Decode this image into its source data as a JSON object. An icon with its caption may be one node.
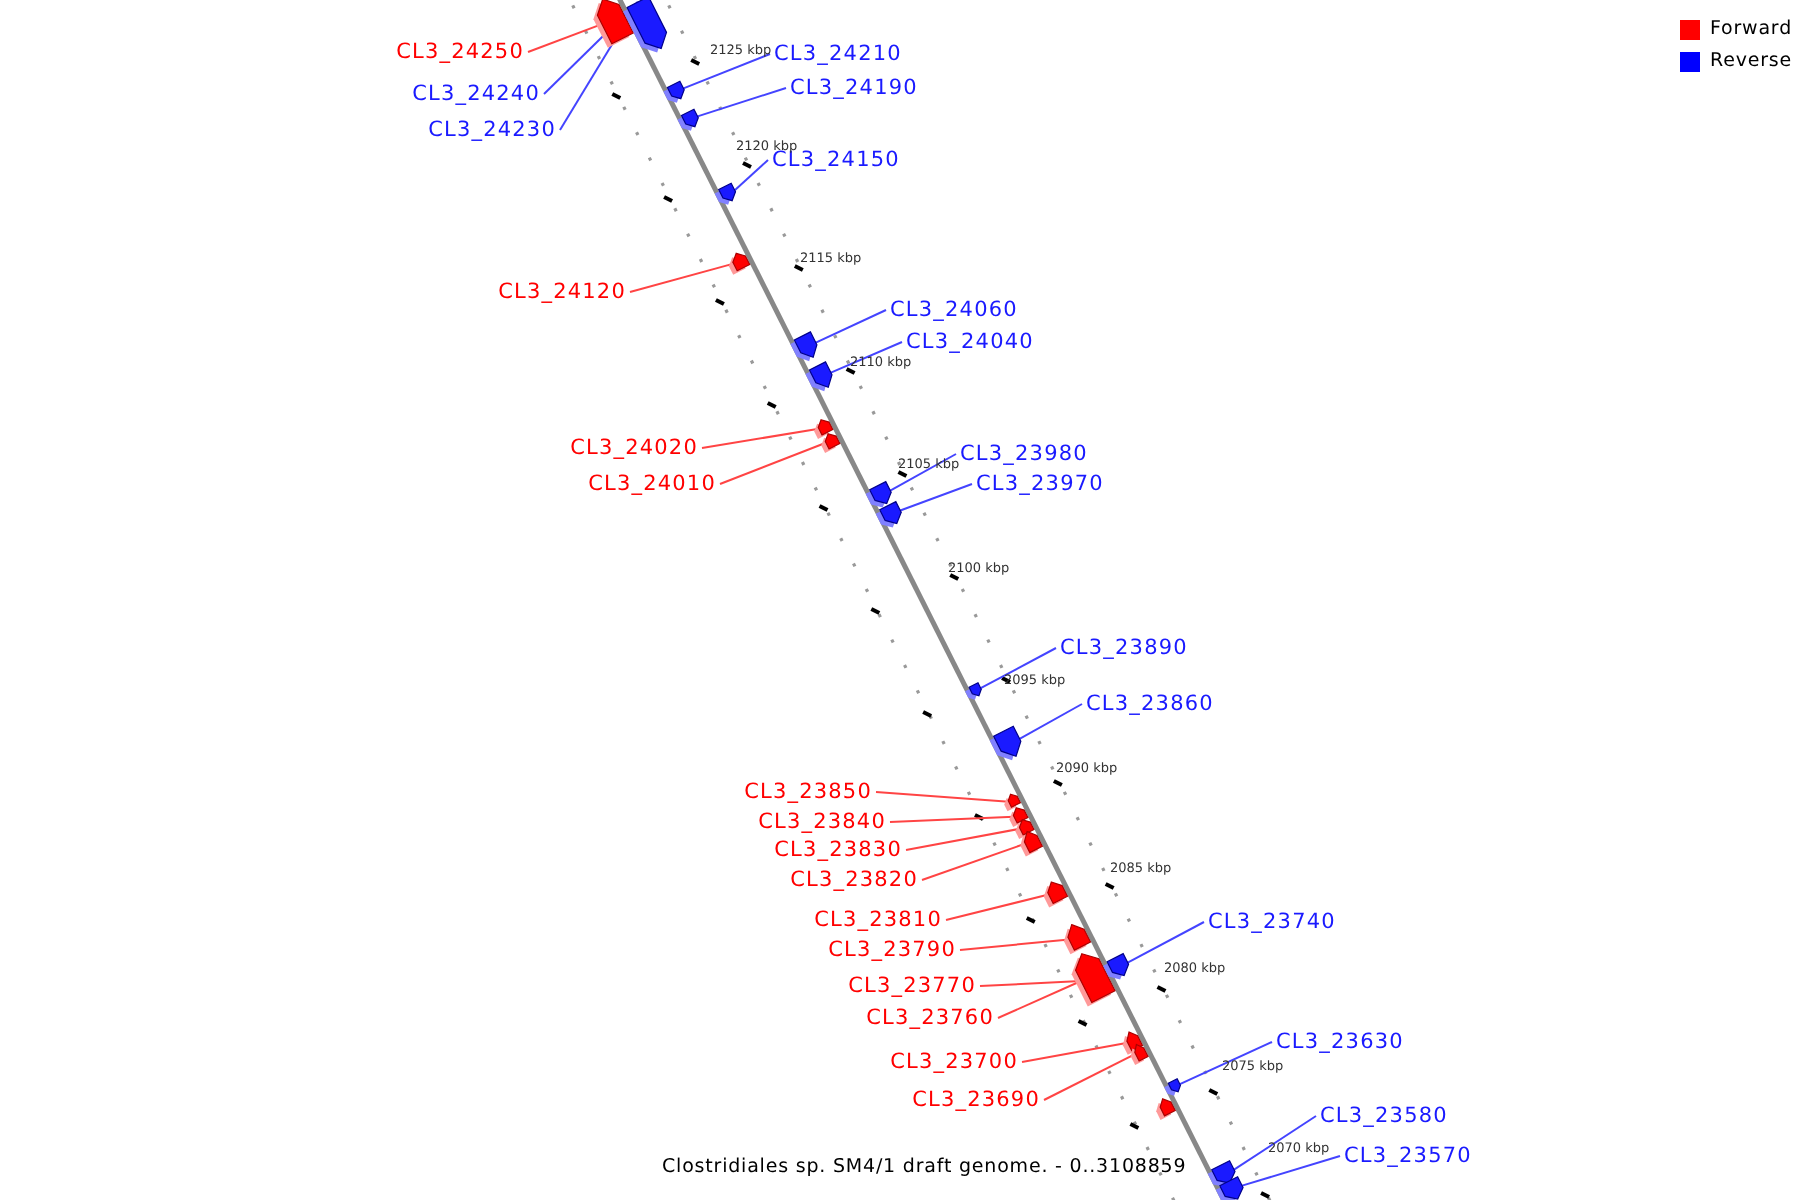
{
  "diagram": {
    "caption": "Clostridiales sp. SM4/1 draft genome. - 0..3108859",
    "nodes": [
      {
        "text": [
          "CL3_24250"
        ]
      },
      {
        "text": [],
        "shape": "arrow"
      },
      {
        "text": [
          "CL3_24240"
        ]
      },
      {
        "text": [
          "CL3_24230"
        ]
      },
      {
        "text": [],
        "shape": "arrow"
      },
      {
        "text": [
          "CL3_24210"
        ]
      },
      {
        "text": [],
        "shape": "arrow"
      },
      {
        "text": [
          "CL3_24190"
        ]
      },
      {
        "text": [],
        "shape": "arrow"
      },
      {
        "text": [
          "CL3_24150"
        ]
      },
      {
        "text": [],
        "shape": "arrow"
      },
      {
        "text": [
          "CL3_24120"
        ]
      },
      {
        "text": [],
        "shape": "arrow"
      },
      {
        "text": [
          "CL3_24060"
        ]
      },
      {
        "text": [],
        "shape": "arrow"
      },
      {
        "text": [
          "CL3_24040"
        ]
      },
      {
        "text": [],
        "shape": "arrow"
      },
      {
        "text": [
          "CL3_24020"
        ]
      },
      {
        "text": [],
        "shape": "arrow"
      },
      {
        "text": [
          "CL3_24010"
        ]
      },
      {
        "text": [],
        "shape": "arrow"
      },
      {
        "text": [
          "CL3_23980"
        ]
      },
      {
        "text": [],
        "shape": "arrow"
      },
      {
        "text": [
          "CL3_23970"
        ]
      },
      {
        "text": [],
        "shape": "arrow"
      },
      {
        "text": [
          "CL3_23890"
        ]
      },
      {
        "text": [],
        "shape": "arrow"
      },
      {
        "text": [
          "CL3_23860"
        ]
      },
      {
        "text": [],
        "shape": "arrow"
      },
      {
        "text": [
          "CL3_23850"
        ]
      },
      {
        "text": [],
        "shape": "arrow"
      },
      {
        "text": [
          "CL3_23840"
        ]
      },
      {
        "text": [],
        "shape": "arrow"
      },
      {
        "text": [
          "CL3_23830"
        ]
      },
      {
        "text": [],
        "shape": "arrow"
      },
      {
        "text": [
          "CL3_23820"
        ]
      },
      {
        "text": [],
        "shape": "arrow"
      },
      {
        "text": [
          "CL3_23810"
        ]
      },
      {
        "text": [],
        "shape": "arrow"
      },
      {
        "text": [
          "CL3_23790"
        ]
      },
      {
        "text": [],
        "shape": "arrow"
      },
      {
        "text": [
          "CL3_23770"
        ]
      },
      {
        "text": [
          "CL3_23760"
        ]
      },
      {
        "text": [],
        "shape": "arrow"
      },
      {
        "text": [
          "CL3_23740"
        ]
      },
      {
        "text": [],
        "shape": "arrow"
      },
      {
        "text": [
          "CL3_23700"
        ]
      },
      {
        "text": [],
        "shape": "arrow"
      },
      {
        "text": [
          "CL3_23690"
        ]
      },
      {
        "text": [],
        "shape": "arrow"
      },
      {
        "text": [
          "CL3_23630"
        ]
      },
      {
        "text": [],
        "shape": "arrow"
      },
      {
        "text": [],
        "shape": "arrow"
      },
      {
        "text": [
          "CL3_23580"
        ]
      },
      {
        "text": [],
        "shape": "arrow"
      },
      {
        "text": [
          "CL3_23570"
        ]
      },
      {
        "text": [],
        "shape": "arrow"
      }
    ],
    "edges": [
      {
        "from": 0,
        "to": 1,
        "arrow": "none",
        "color": "#ff4444"
      },
      {
        "from": 2,
        "to": 4,
        "arrow": "none"
      },
      {
        "from": 3,
        "to": 4,
        "arrow": "none"
      },
      {
        "from": 5,
        "to": 6,
        "arrow": "none"
      },
      {
        "from": 7,
        "to": 8,
        "arrow": "none"
      },
      {
        "from": 9,
        "to": 10,
        "arrow": "none"
      },
      {
        "from": 11,
        "to": 12,
        "arrow": "none",
        "color": "#ff4444"
      },
      {
        "from": 13,
        "to": 14,
        "arrow": "none"
      },
      {
        "from": 15,
        "to": 16,
        "arrow": "none"
      },
      {
        "from": 17,
        "to": 18,
        "arrow": "none",
        "color": "#ff4444"
      },
      {
        "from": 19,
        "to": 20,
        "arrow": "none",
        "color": "#ff4444"
      },
      {
        "from": 21,
        "to": 22,
        "arrow": "none"
      },
      {
        "from": 23,
        "to": 24,
        "arrow": "none"
      },
      {
        "from": 25,
        "to": 26,
        "arrow": "none"
      },
      {
        "from": 27,
        "to": 28,
        "arrow": "none"
      },
      {
        "from": 29,
        "to": 30,
        "arrow": "none",
        "color": "#ff4444"
      },
      {
        "from": 31,
        "to": 32,
        "arrow": "none",
        "color": "#ff4444"
      },
      {
        "from": 33,
        "to": 34,
        "arrow": "none",
        "color": "#ff4444"
      },
      {
        "from": 35,
        "to": 36,
        "arrow": "none",
        "color": "#ff4444"
      },
      {
        "from": 37,
        "to": 38,
        "arrow": "none",
        "color": "#ff4444"
      },
      {
        "from": 39,
        "to": 40,
        "arrow": "none",
        "color": "#ff4444"
      },
      {
        "from": 41,
        "to": 43,
        "arrow": "none",
        "color": "#ff4444"
      },
      {
        "from": 42,
        "to": 43,
        "arrow": "none",
        "color": "#ff4444"
      },
      {
        "from": 44,
        "to": 45,
        "arrow": "none"
      },
      {
        "from": 46,
        "to": 47,
        "arrow": "none",
        "color": "#ff4444"
      },
      {
        "from": 48,
        "to": 49,
        "arrow": "none",
        "color": "#ff4444"
      },
      {
        "from": 50,
        "to": 51,
        "arrow": "none"
      },
      {
        "from": 53,
        "to": 54,
        "arrow": "none"
      },
      {
        "from": 55,
        "to": 56,
        "arrow": "none"
      }
    ],
    "labels": [
      "2125 kbp",
      "2120 kbp",
      "2115 kbp",
      "2110 kbp",
      "2105 kbp",
      "2100 kbp",
      "2095 kbp",
      "2090 kbp",
      "2085 kbp",
      "2080 kbp",
      "2075 kbp",
      "2070 kbp"
    ],
    "legend": [
      {
        "text": "Forward",
        "color": "#ff0000"
      },
      {
        "text": "Reverse",
        "color": "#0000ff"
      }
    ]
  }
}
